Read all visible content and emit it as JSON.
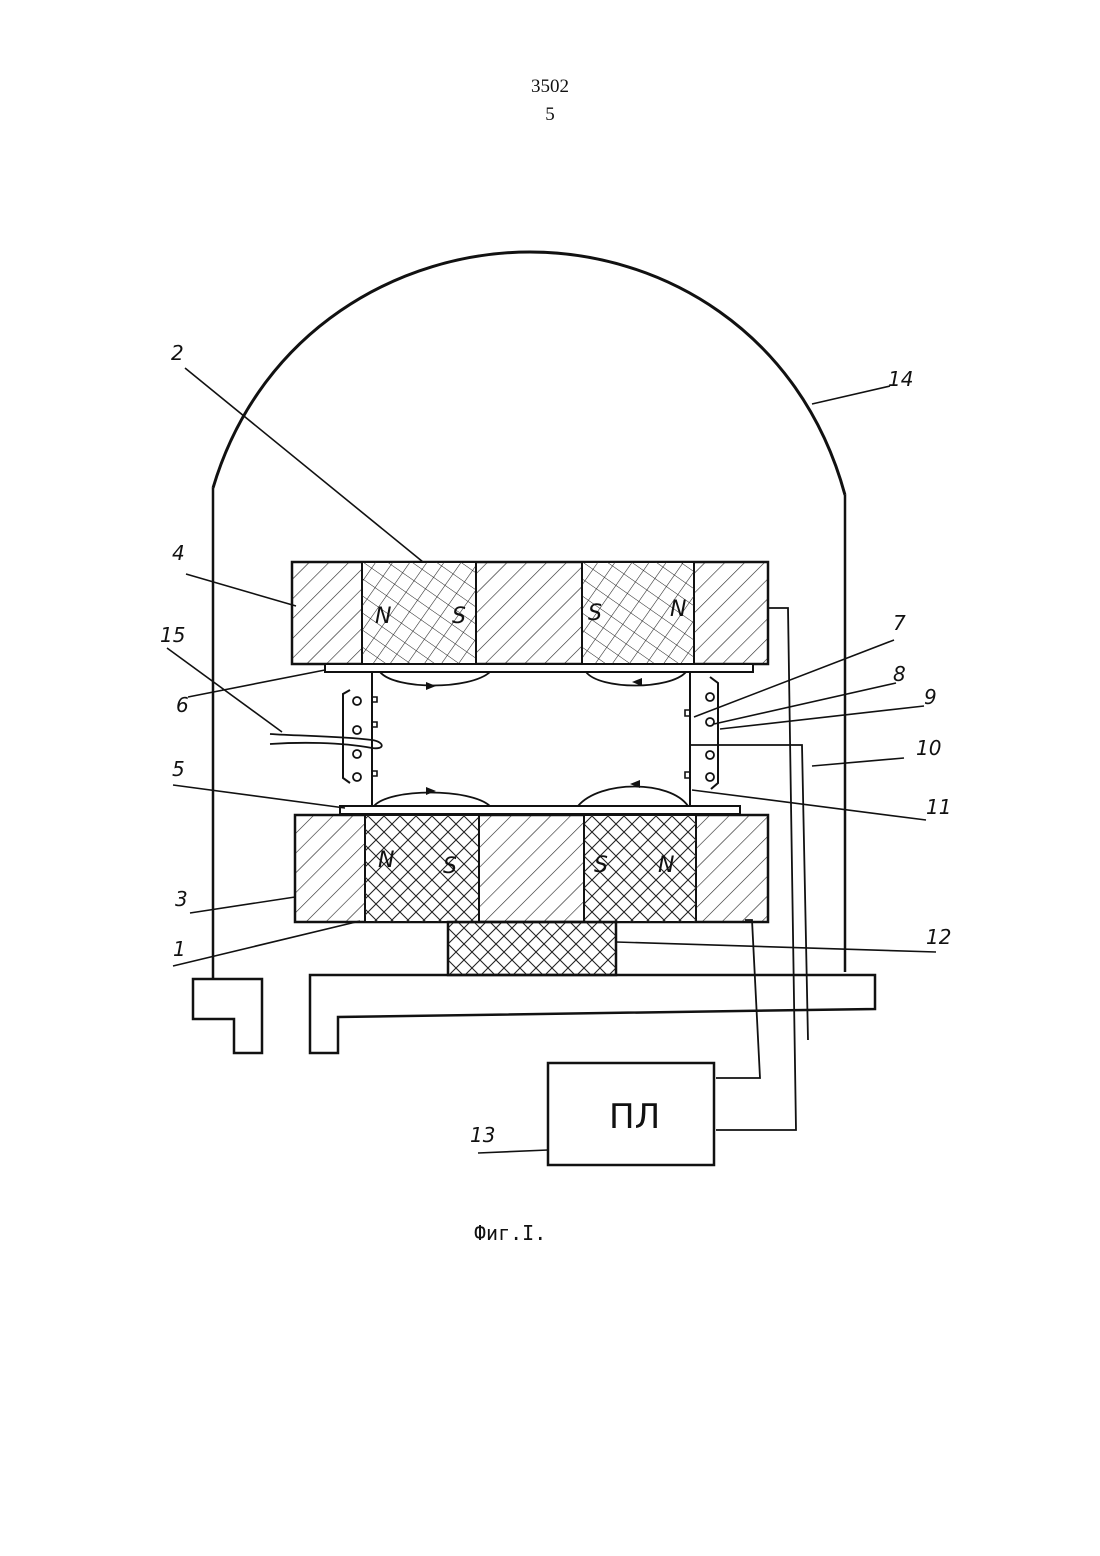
{
  "header": {
    "doc_number": "3502",
    "page_number": "5"
  },
  "figure": {
    "caption": "Фиг.I.",
    "generator_symbol": "ПЛ",
    "poles": {
      "top_left_n": "N",
      "top_left_s": "S",
      "top_right_s": "S",
      "top_right_n": "N",
      "bottom_left_n": "N",
      "bottom_left_s": "S",
      "bottom_right_s": "S",
      "bottom_right_n": "N"
    },
    "labels": {
      "l1": "1",
      "l2": "2",
      "l3": "3",
      "l4": "4",
      "l5": "5",
      "l6": "6",
      "l7": "7",
      "l8": "8",
      "l9": "9",
      "l10": "10",
      "l11": "11",
      "l12": "12",
      "l13": "13",
      "l14": "14",
      "l15": "15"
    }
  }
}
